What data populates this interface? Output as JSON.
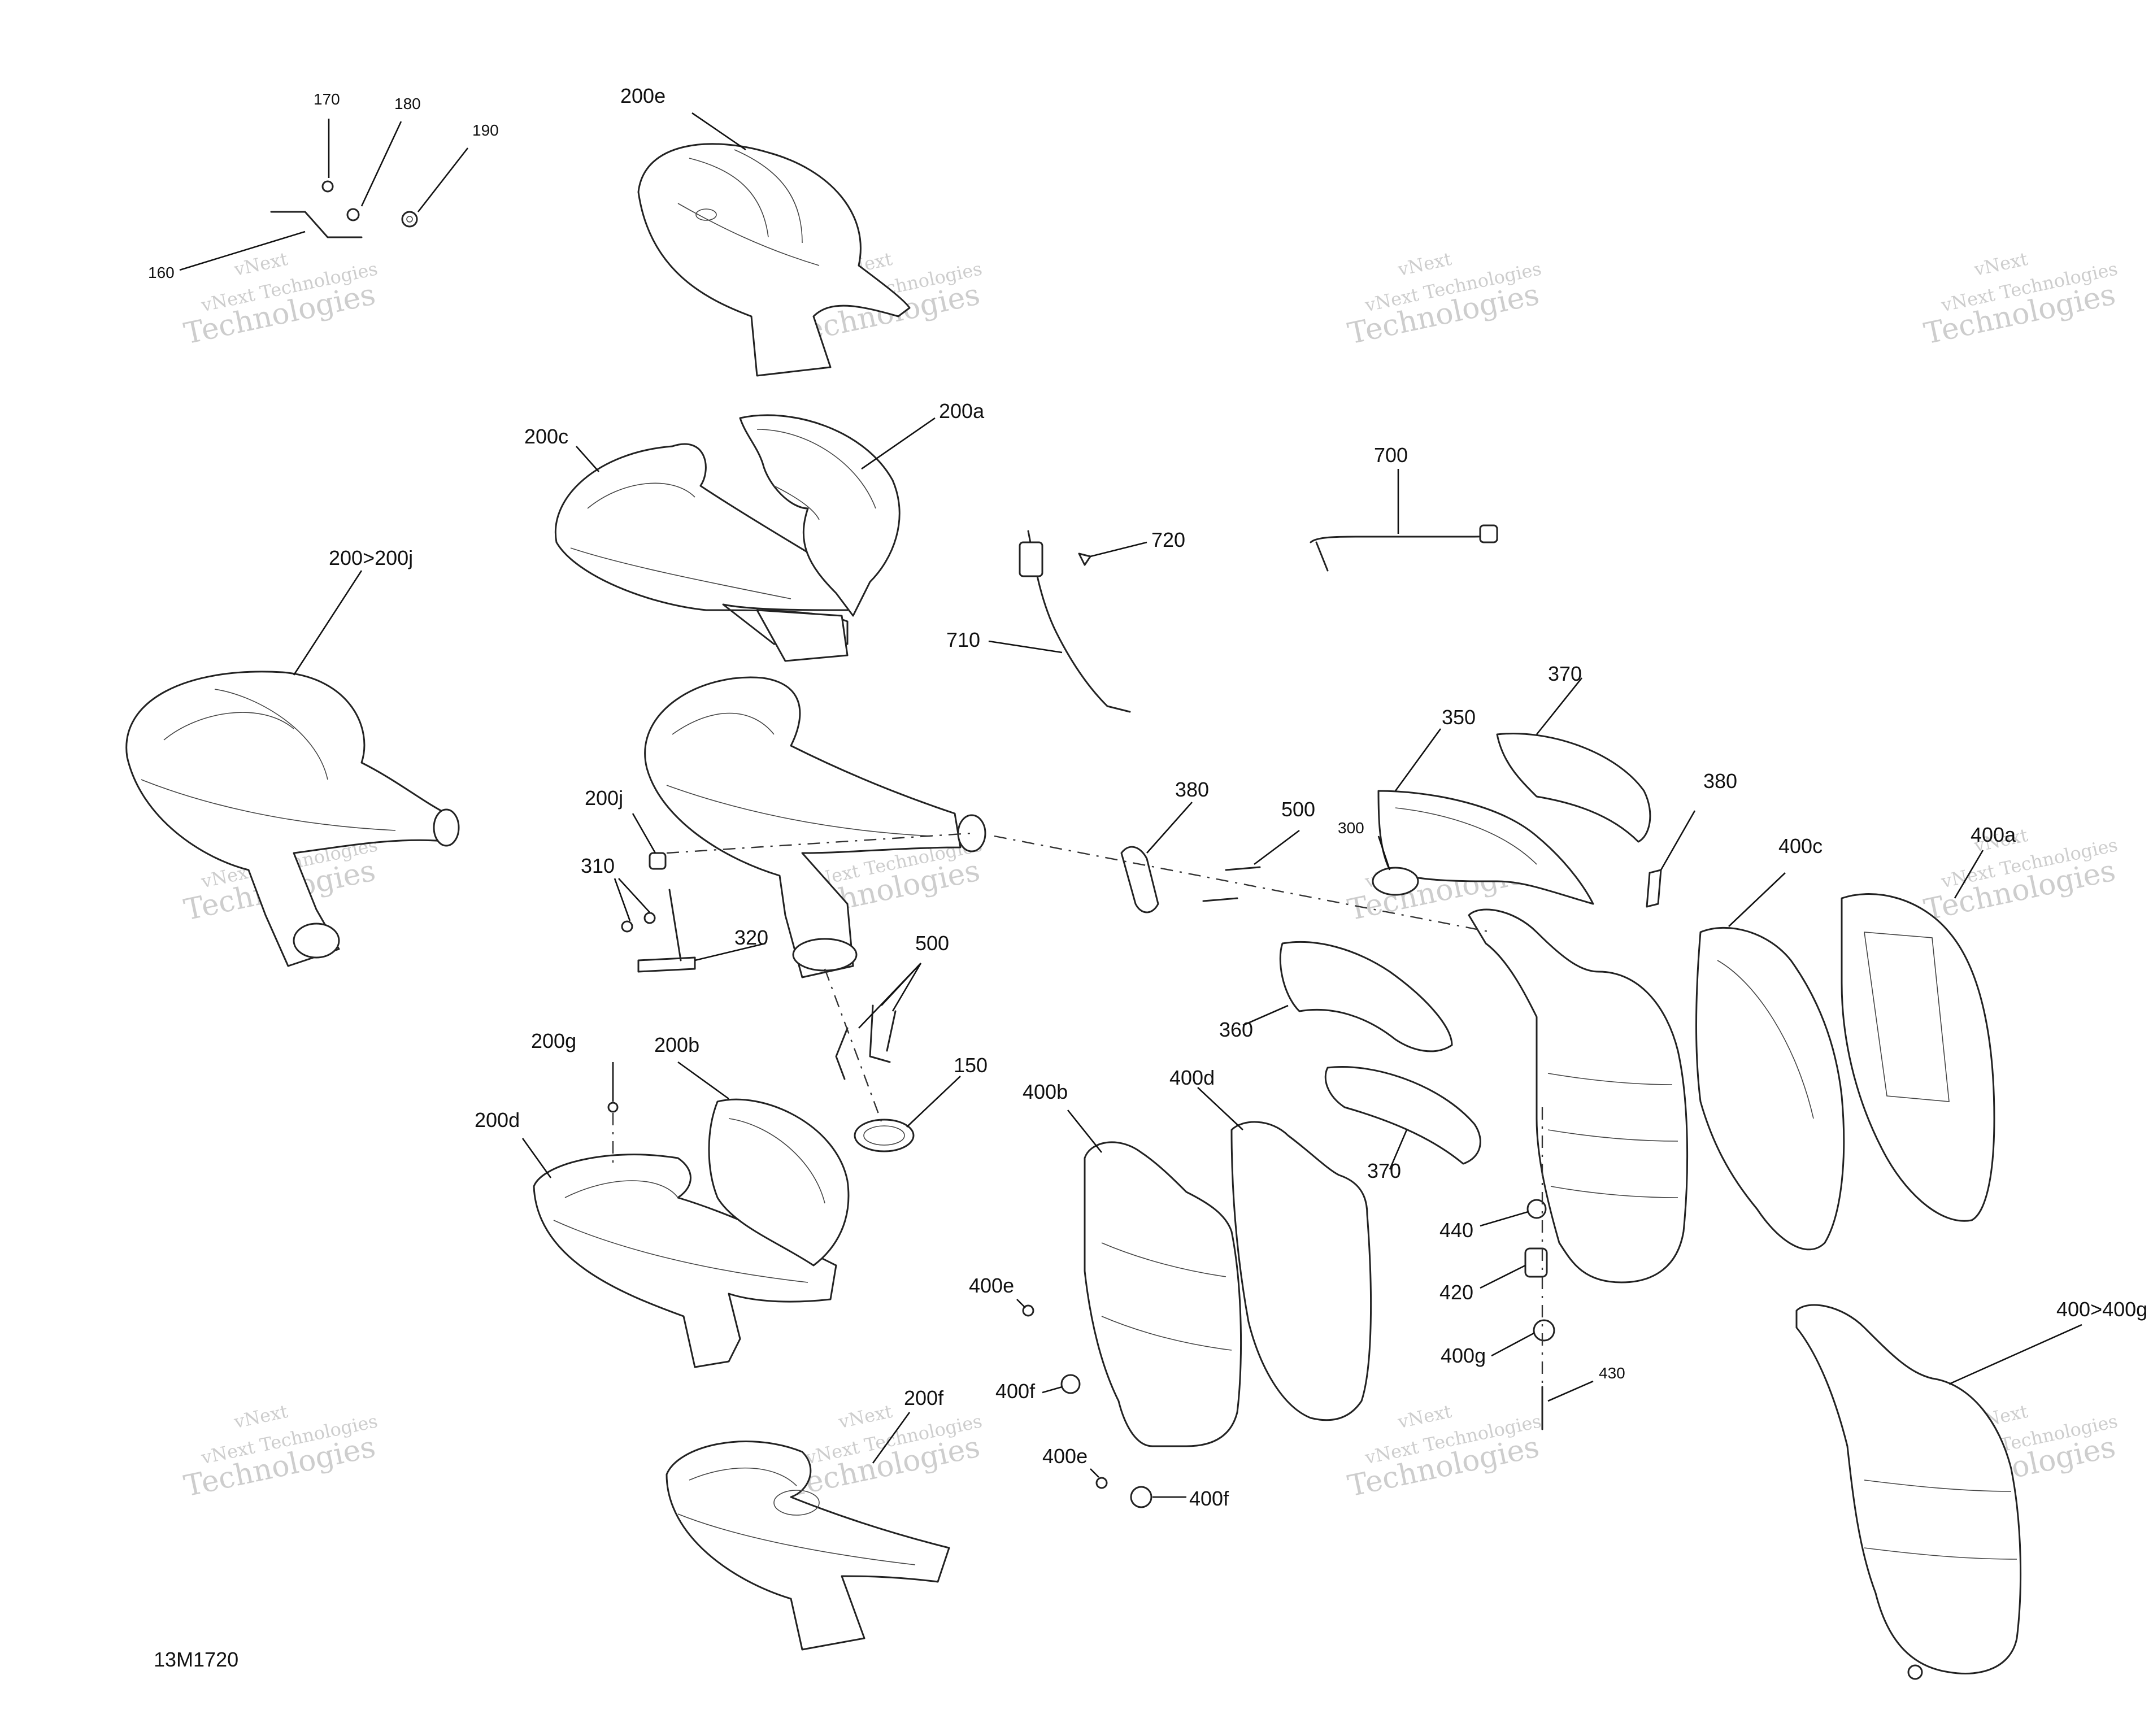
{
  "figure_id": "13M1720",
  "watermark": {
    "line1": "vNext",
    "line2": "vNext Technologies",
    "line3": "Technologies"
  },
  "callouts": {
    "c160": "160",
    "c170": "170",
    "c180": "180",
    "c190": "190",
    "c200e": "200e",
    "c200a": "200a",
    "c200c": "200c",
    "c200j_range": "200>200j",
    "c200j": "200j",
    "c310": "310",
    "c320": "320",
    "c200g": "200g",
    "c200b": "200b",
    "c200d": "200d",
    "c200f": "200f",
    "c700": "700",
    "c720": "720",
    "c710": "710",
    "c380a": "380",
    "c500a": "500",
    "c500b": "500",
    "c150": "150",
    "c350": "350",
    "c370a": "370",
    "c300": "300",
    "c380b": "380",
    "c400c": "400c",
    "c400a": "400a",
    "c360": "360",
    "c370b": "370",
    "c400b": "400b",
    "c400d": "400d",
    "c440": "440",
    "c420": "420",
    "c400g": "400g",
    "c430": "430",
    "c400e1": "400e",
    "c400f1": "400f",
    "c400e2": "400e",
    "c400f2": "400f",
    "c400_range": "400>400g"
  }
}
